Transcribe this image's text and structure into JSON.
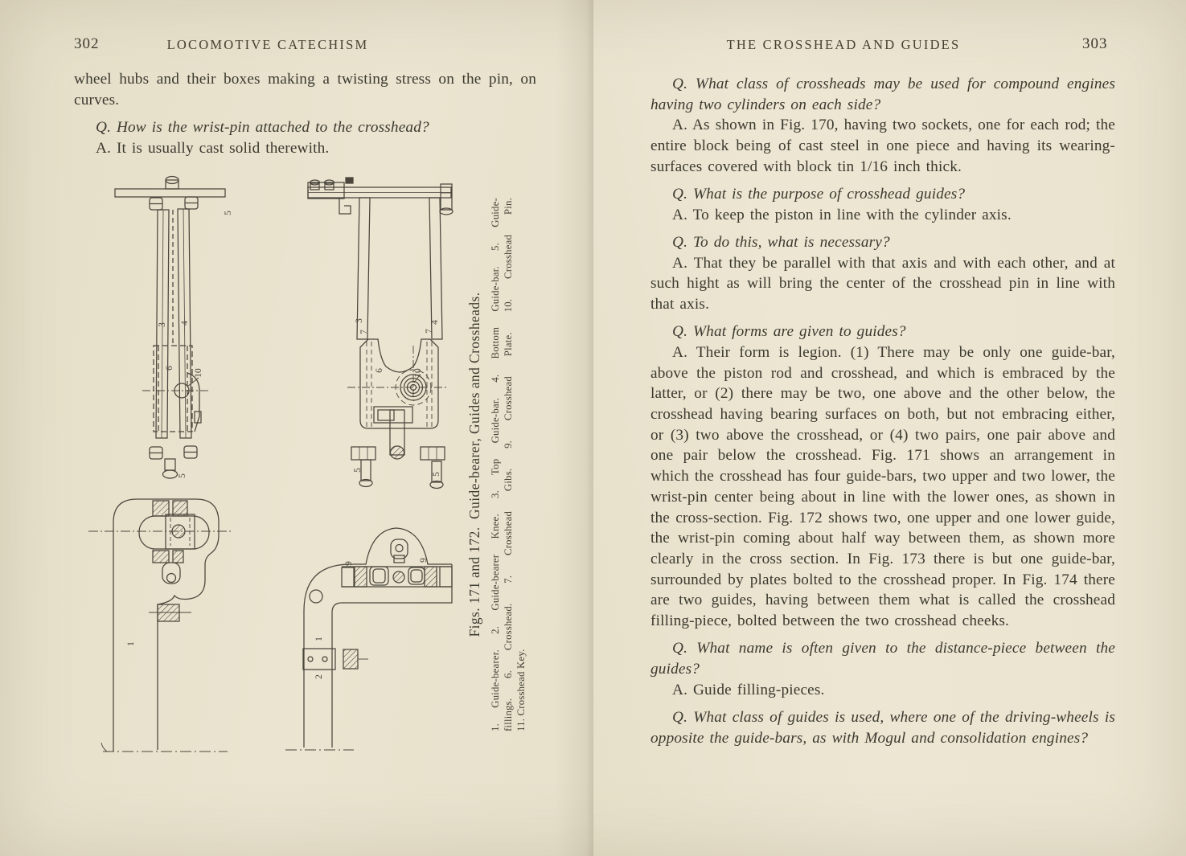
{
  "book": {
    "left_page": {
      "page_number": "302",
      "running_header": "LOCOMOTIVE CATECHISM",
      "body": [
        {
          "type": "continuation",
          "text": "wheel hubs and their boxes making a twisting stress on the pin, on curves."
        },
        {
          "type": "question",
          "text": "Q. How is the wrist-pin attached to the crosshead?"
        },
        {
          "type": "answer",
          "text": "A. It is usually cast solid therewith."
        }
      ],
      "figure": {
        "caption": "Figs. 171 and 172.  Guide-bearer, Guides and Crossheads.",
        "key_line_1": "1. Guide-bearer. 2. Guide-bearer Knee. 3. Top Guide-bar. 4. Bottom Guide-bar. 5. Guide-",
        "key_line_2": "fillings. 6. Crosshead. 7. Crosshead Gibs. 9. Crosshead Plate. 10. Crosshead Pin.",
        "key_line_3": "11. Crosshead Key.",
        "labels": {
          "a_5_top": "5",
          "a_3": "3",
          "a_4": "4",
          "a_6": "6",
          "a_10": "10",
          "a_5_bottom": "5",
          "b_3": "3",
          "b_4": "4",
          "b_7_left": "7",
          "b_7_right": "7",
          "b_6": "6",
          "b_10": "10",
          "b_5_left": "5",
          "b_5_right": "5",
          "c_1": "1",
          "d_9_left": "9",
          "d_9_right": "9",
          "d_1": "1",
          "d_2": "2"
        }
      }
    },
    "right_page": {
      "page_number": "303",
      "running_header": "THE CROSSHEAD AND GUIDES",
      "qa": [
        {
          "q": "Q. What class of crossheads may be used for compound engines having two cylinders on each side?",
          "a": "A. As shown in Fig. 170, having two sockets, one for each rod; the entire block being of cast steel in one piece and having its wearing-surfaces covered with block tin 1/16 inch thick."
        },
        {
          "q": "Q. What is the purpose of crosshead guides?",
          "a": "A. To keep the piston in line with the cylinder axis."
        },
        {
          "q": "Q. To do this, what is necessary?",
          "a": "A. That they be parallel with that axis and with each other, and at such hight as will bring the center of the crosshead pin in line with that axis."
        },
        {
          "q": "Q. What forms are given to guides?",
          "a": "A. Their form is legion.  (1) There may be only one guide-bar, above the piston rod and crosshead, and which is embraced by the latter, or (2) there may be two, one above and the other below, the crosshead having bearing surfaces on both, but not embracing either, or (3) two above the crosshead, or (4) two pairs, one pair above and one pair below the crosshead.  Fig. 171 shows an arrangement in which the crosshead has four guide-bars, two upper and two lower, the wrist-pin center being about in line with the lower ones, as shown in the cross-section.  Fig. 172 shows two, one upper and one lower guide, the wrist-pin coming about half way between them, as shown more clearly in the cross section.  In Fig. 173 there is but one guide-bar, surrounded by plates bolted to the crosshead proper.  In Fig. 174 there are two guides, having between them what is called the crosshead filling-piece, bolted between the two crosshead cheeks."
        },
        {
          "q": "Q. What name is often given to the distance-piece between the guides?",
          "a": "A. Guide filling-pieces."
        },
        {
          "q": "Q. What class of guides is used, where one of the driving-wheels is opposite the guide-bars, as with Mogul and consolidation engines?",
          "a": ""
        }
      ]
    }
  }
}
